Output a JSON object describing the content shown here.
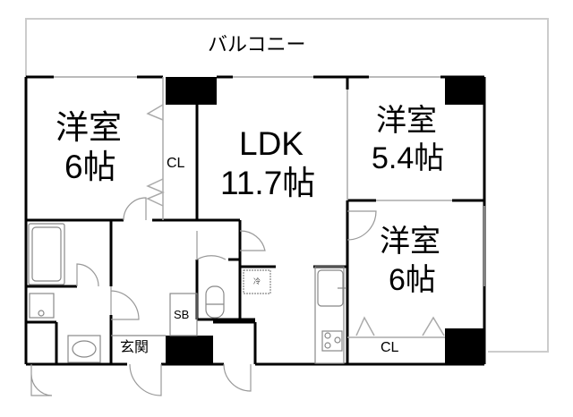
{
  "plan": {
    "balcony": {
      "label": "バルコニー"
    },
    "rooms": [
      {
        "id": "western-room-1",
        "type": "洋室",
        "size": "6帖"
      },
      {
        "id": "closet-1",
        "label": "CL"
      },
      {
        "id": "ldk",
        "type": "LDK",
        "size": "11.7帖"
      },
      {
        "id": "western-room-2",
        "type": "洋室",
        "size": "5.4帖"
      },
      {
        "id": "western-room-3",
        "type": "洋室",
        "size": "6帖"
      },
      {
        "id": "closet-2",
        "label": "CL"
      },
      {
        "id": "entrance",
        "label": "玄関"
      },
      {
        "id": "shoe-box",
        "label": "SB"
      },
      {
        "id": "fridge-space",
        "label": "冷"
      }
    ],
    "colors": {
      "wall": "#000000",
      "fixture": "#999999",
      "balcony_line": "#cccccc",
      "background": "#ffffff"
    }
  }
}
